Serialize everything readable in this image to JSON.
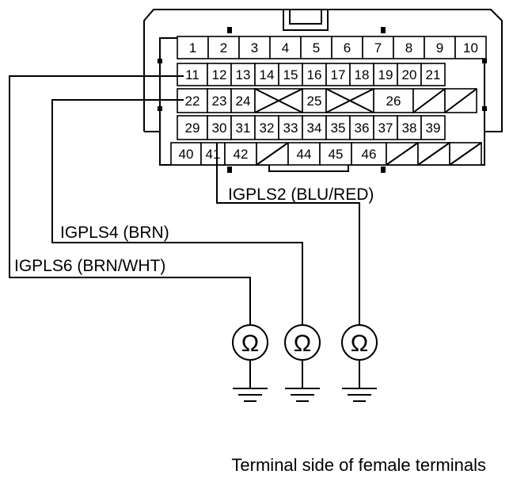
{
  "connector": {
    "row1": [
      "1",
      "2",
      "3",
      "4",
      "5",
      "6",
      "7",
      "8",
      "9",
      "10"
    ],
    "row2": [
      "11",
      "12",
      "13",
      "14",
      "15",
      "16",
      "17",
      "18",
      "19",
      "20",
      "21"
    ],
    "row3": [
      "22",
      "23",
      "24",
      "",
      "25",
      "",
      "26",
      "",
      ""
    ],
    "row4": [
      "29",
      "30",
      "31",
      "32",
      "33",
      "34",
      "35",
      "36",
      "37",
      "38",
      "39"
    ],
    "row5": [
      "40",
      "41",
      "42",
      "",
      "44",
      "45",
      "46",
      "",
      "",
      ""
    ]
  },
  "wires": [
    {
      "label": "IGPLS2 (BLU/RED)",
      "pin": "41"
    },
    {
      "label": "IGPLS4 (BRN)",
      "pin": "22"
    },
    {
      "label": "IGPLS6 (BRN/WHT)",
      "pin": "11"
    }
  ],
  "meter_symbol": "Ω",
  "caption": "Terminal side of female terminals"
}
